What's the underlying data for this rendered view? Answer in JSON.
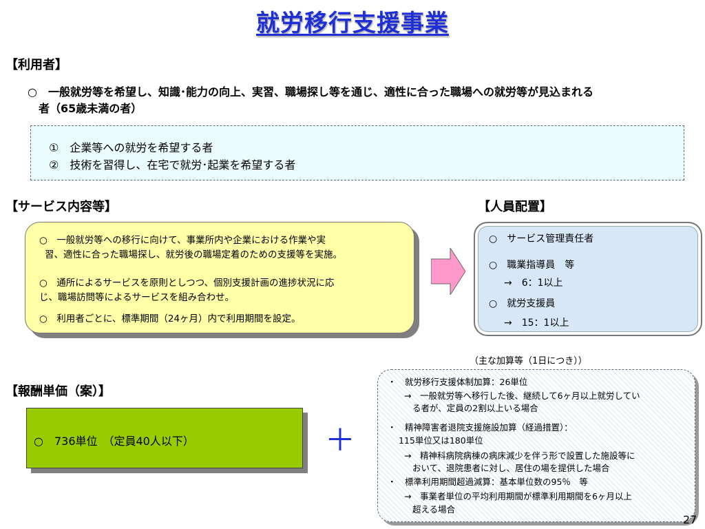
{
  "slide": {
    "title": "就労移行支援事業",
    "page_number": "27"
  },
  "users": {
    "heading": "【利用者】",
    "line1": "○　一般就労等を希望し、知識･能力の向上、実習、職場探し等を通じ、適性に合った職場への就労等が見込まれる",
    "line2": "者（65歳未満の者）",
    "items": [
      "①　企業等への就労を希望する者",
      "②　技術を習得し、在宅で就労･起業を希望する者"
    ]
  },
  "service": {
    "heading": "【サービス内容等】",
    "items": [
      [
        "○　一般就労等への移行に向けて、事業所内や企業における作業や実",
        "習、適性に合った職場探し、就労後の職場定着のための支援等を実施。"
      ],
      [
        "○　通所によるサービスを原則としつつ、個別支援計画の進捗状況に応",
        "じ、職場訪問等によるサービスを組み合わせ。"
      ],
      [
        "○　利用者ごとに、標準期間（24ヶ月）内で利用期間を設定。"
      ]
    ]
  },
  "staffing": {
    "heading": "【人員配置】",
    "items": [
      "○　サービス管理責任者",
      "○　職業指導員　等",
      "→　6：1以上",
      "○　就労支援員",
      "→　15：1以上"
    ]
  },
  "fee": {
    "heading": "【報酬単価（案）】",
    "box_text": "○　736単位　（定員40人以下）"
  },
  "plus_sign": "＋",
  "additions": {
    "caption": "（主な加算等（1日につき））",
    "lines": [
      "・　就労移行支援体制加算：26単位",
      "→　一般就労等へ移行した後、継続して6ヶ月以上就労してい",
      "る者が、定員の2割以上いる場合",
      "・　精神障害者退院支援施設加算（経過措置）：",
      "115単位又は180単位",
      "→　精神科病院病棟の病床減少を伴う形で設置した施設等に",
      "おいて、退院患者に対し、居住の場を提供した場合",
      "・　標準利用期間超過減算：基本単位数の95％　等",
      "→　事業者単位の平均利用期間が標準利用期間を6ヶ月以上",
      "超える場合"
    ]
  },
  "colors": {
    "title": "#1f2fd6",
    "yellow_box": "#ffffa8",
    "blue_box": "#d7e7f7",
    "green_box": "#99cc00",
    "arrow": "#ff99cc",
    "dashed_box": "#eafcfd"
  },
  "icons": {
    "arrow": "right-arrow-icon",
    "plus": "plus-icon"
  }
}
